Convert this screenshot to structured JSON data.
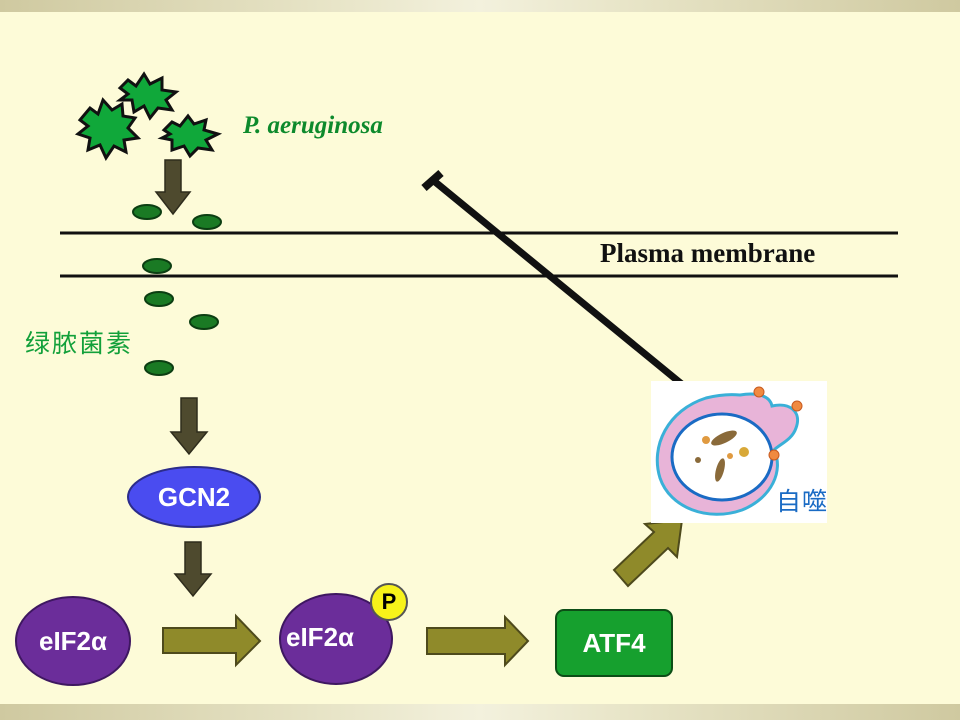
{
  "labels": {
    "bacteria": "P. aeruginosa",
    "membrane": "Plasma membrane",
    "pyocyanin": "绿脓菌素",
    "autophagy": "自噬"
  },
  "nodes": {
    "gcn2": "GCN2",
    "eif2_a": "eIF2α",
    "eif2_b": "eIF2α",
    "phospho": "P",
    "atf4": "ATF4"
  },
  "colors": {
    "background": "#fdfbd8",
    "bacteria_green": "#0d8a2c",
    "pyocyanin_green": "#12a03a",
    "oval_fill": "#1a7a24",
    "gcn2_fill": "#4a4cf0",
    "eif_fill": "#6b2d9a",
    "atf4_fill": "#16a02e",
    "phospho_fill": "#f7f21a",
    "arrow_olive": "#8f8a2a",
    "arrow_dark": "#4e4a2e",
    "autophagy_blue": "#1a6bc4"
  },
  "icons": [
    "bacteria-icon",
    "down-arrow-icon",
    "right-arrow-icon",
    "inhibition-line-icon",
    "autophagosome-icon"
  ]
}
